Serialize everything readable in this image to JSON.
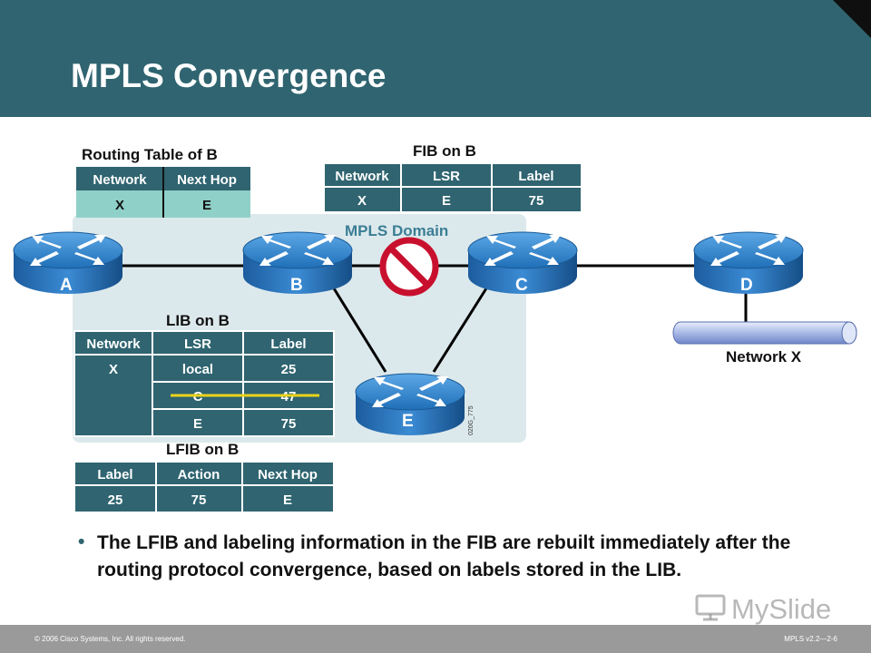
{
  "slide": {
    "title": "MPLS Convergence",
    "bullet": "The LFIB and labeling information in the FIB are rebuilt immediately after the  routing protocol convergence, based on labels stored in the LIB."
  },
  "footer": {
    "copyright": "© 2006 Cisco Systems, Inc. All rights reserved.",
    "course": "MPLS v2.2—2-6"
  },
  "watermark": {
    "text": "MySlide"
  },
  "diagram": {
    "domain_label": "MPLS Domain",
    "figure_id": "020G_775",
    "network_label": "Network X",
    "routers": {
      "a": "A",
      "b": "B",
      "c": "C",
      "d": "D",
      "e": "E"
    },
    "routing_table": {
      "title": "Routing Table of B",
      "headers": [
        "Network",
        "Next Hop"
      ],
      "rows": [
        [
          "X",
          "E"
        ]
      ]
    },
    "fib": {
      "title": "FIB on B",
      "headers": [
        "Network",
        "LSR",
        "Label"
      ],
      "rows": [
        [
          "X",
          "E",
          "75"
        ]
      ]
    },
    "lib": {
      "title": "LIB on B",
      "headers": [
        "Network",
        "LSR",
        "Label"
      ],
      "network": "X",
      "rows": [
        [
          "local",
          "25"
        ],
        [
          "C",
          "47"
        ],
        [
          "E",
          "75"
        ]
      ],
      "struck_row": 1
    },
    "lfib": {
      "title": "LFIB on B",
      "headers": [
        "Label",
        "Action",
        "Next Hop"
      ],
      "rows": [
        [
          "25",
          "75",
          "E"
        ]
      ]
    },
    "colors": {
      "header": "#2f6470",
      "table_header": "#2f6470",
      "table_body": "#8fd0c8",
      "domain_fill": "#dce9ec",
      "router": "#2f73b8",
      "no_sign": "#c8102e",
      "strike": "#e8d21a"
    }
  }
}
